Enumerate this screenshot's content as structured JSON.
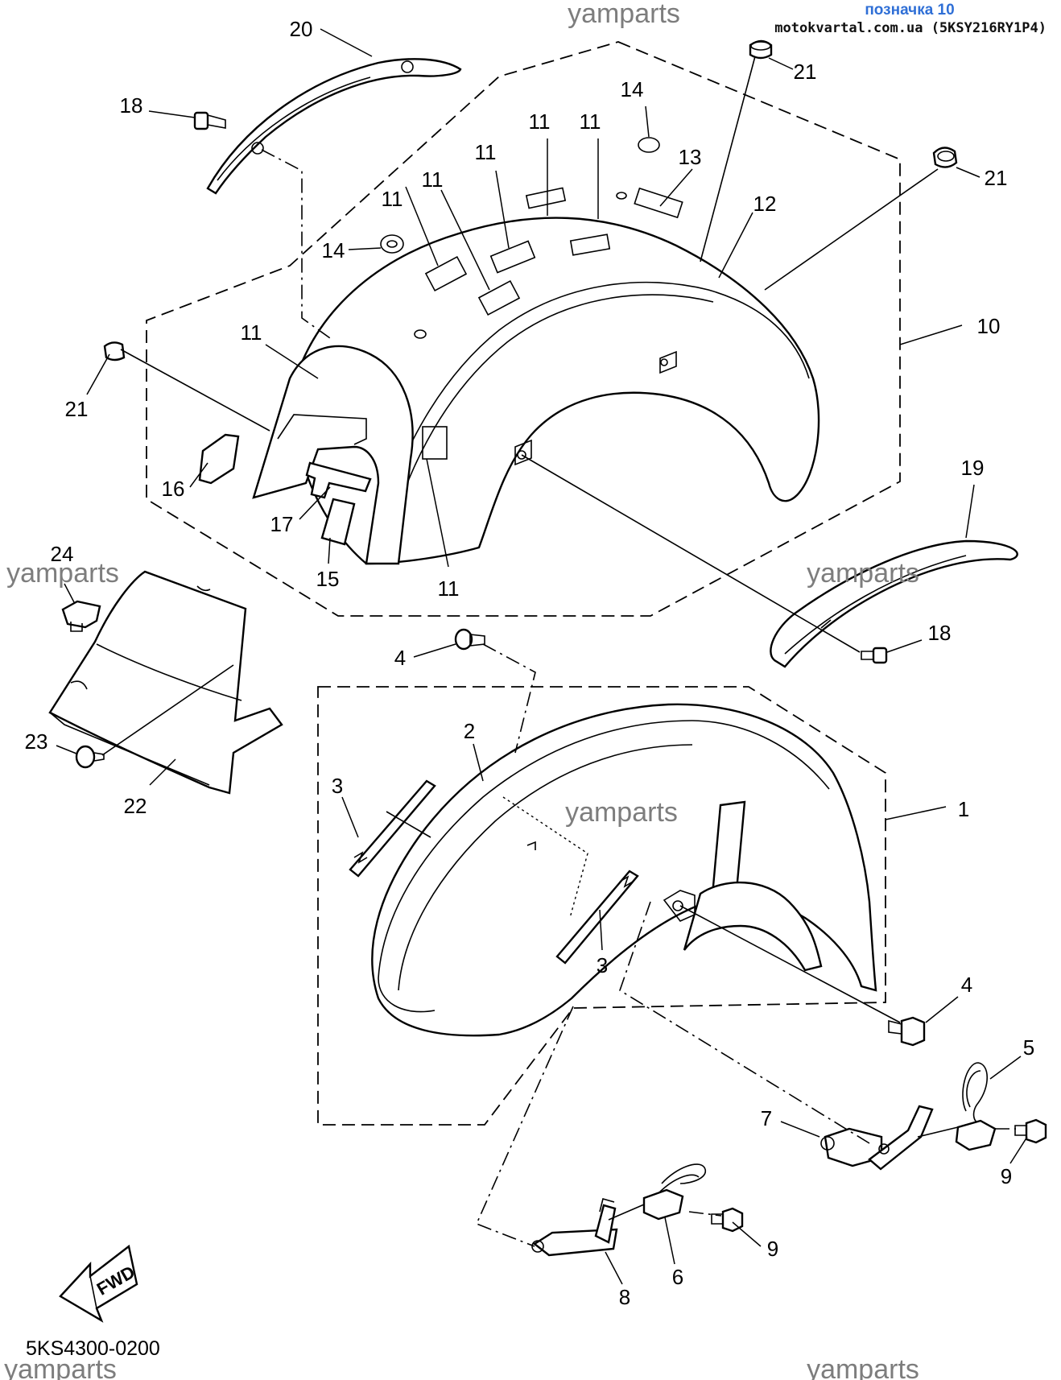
{
  "header": {
    "title": "позначка 10",
    "subtitle": "motokvartal.com.ua (5KSY216RY1P4)"
  },
  "watermark_text": "yamparts",
  "diagram_code": "5KS4300-0200",
  "fwd_label": "FWD",
  "part_callouts": {
    "c1": "1",
    "c2": "2",
    "c3a": "3",
    "c3b": "3",
    "c4a": "4",
    "c4b": "4",
    "c5": "5",
    "c6": "6",
    "c7": "7",
    "c8": "8",
    "c9a": "9",
    "c9b": "9",
    "c10": "10",
    "c11a": "11",
    "c11b": "11",
    "c11c": "11",
    "c11d": "11",
    "c11e": "11",
    "c11f": "11",
    "c11g": "11",
    "c12": "12",
    "c13": "13",
    "c14a": "14",
    "c14b": "14",
    "c15": "15",
    "c16": "16",
    "c17": "17",
    "c18a": "18",
    "c18b": "18",
    "c19": "19",
    "c20": "20",
    "c21a": "21",
    "c21b": "21",
    "c21c": "21",
    "c22": "22",
    "c23": "23",
    "c24": "24"
  },
  "colors": {
    "header_title": "#2f6fd6",
    "watermark": "#7d7d7d",
    "line": "#000000"
  }
}
